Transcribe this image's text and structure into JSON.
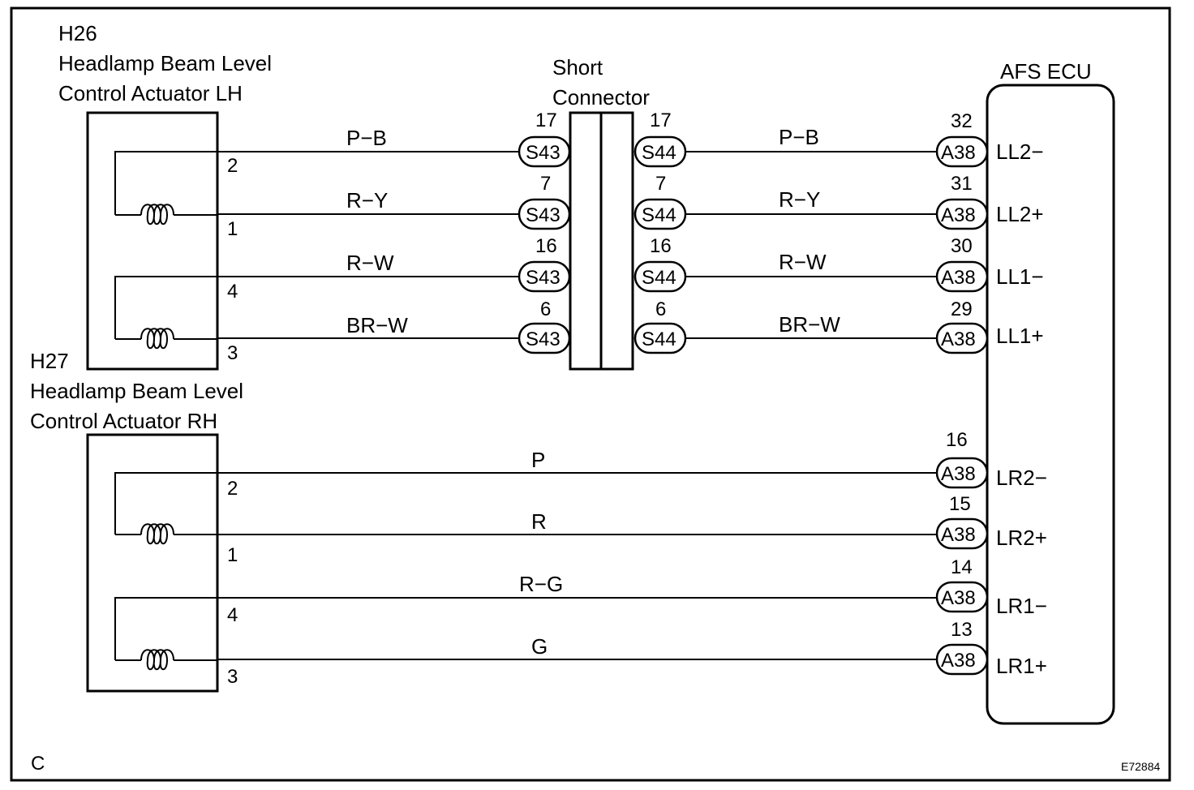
{
  "components": {
    "lh": {
      "code": "H26",
      "line1": "Headlamp Beam Level",
      "line2": "Control Actuator LH"
    },
    "rh": {
      "code": "H27",
      "line1": "Headlamp Beam Level",
      "line2": "Control Actuator RH"
    },
    "short": {
      "line1": "Short",
      "line2": "Connector"
    },
    "ecu": {
      "name": "AFS ECU"
    }
  },
  "lh_pins": [
    "2",
    "1",
    "4",
    "3"
  ],
  "rh_pins": [
    "2",
    "1",
    "4",
    "3"
  ],
  "lh_wires": [
    {
      "color_left": "P−B",
      "pin_s43": "17",
      "conn_left": "S43",
      "pin_s44": "17",
      "conn_right": "S44",
      "color_right": "P−B",
      "pin_ecu": "32",
      "conn_ecu": "A38",
      "terminal": "LL2−"
    },
    {
      "color_left": "R−Y",
      "pin_s43": "7",
      "conn_left": "S43",
      "pin_s44": "7",
      "conn_right": "S44",
      "color_right": "R−Y",
      "pin_ecu": "31",
      "conn_ecu": "A38",
      "terminal": "LL2+"
    },
    {
      "color_left": "R−W",
      "pin_s43": "16",
      "conn_left": "S43",
      "pin_s44": "16",
      "conn_right": "S44",
      "color_right": "R−W",
      "pin_ecu": "30",
      "conn_ecu": "A38",
      "terminal": "LL1−"
    },
    {
      "color_left": "BR−W",
      "pin_s43": "6",
      "conn_left": "S43",
      "pin_s44": "6",
      "conn_right": "S44",
      "color_right": "BR−W",
      "pin_ecu": "29",
      "conn_ecu": "A38",
      "terminal": "LL1+"
    }
  ],
  "rh_wires": [
    {
      "color": "P",
      "pin_ecu": "16",
      "conn_ecu": "A38",
      "terminal": "LR2−"
    },
    {
      "color": "R",
      "pin_ecu": "15",
      "conn_ecu": "A38",
      "terminal": "LR2+"
    },
    {
      "color": "R−G",
      "pin_ecu": "14",
      "conn_ecu": "A38",
      "terminal": "LR1−"
    },
    {
      "color": "G",
      "pin_ecu": "13",
      "conn_ecu": "A38",
      "terminal": "LR1+"
    }
  ],
  "corner_label": "C",
  "figure_code": "E72884"
}
